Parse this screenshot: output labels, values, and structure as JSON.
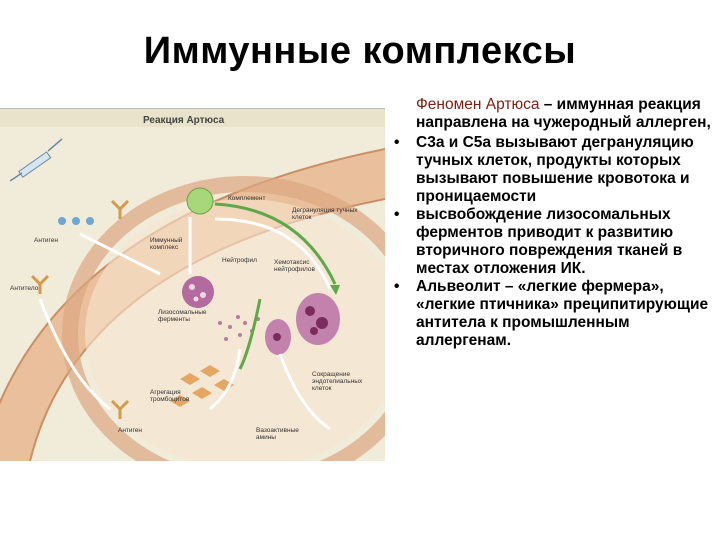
{
  "title": "Иммунные комплексы",
  "figure": {
    "heading": "Реакция Артюса",
    "labels": {
      "antigen_top": "Антиген",
      "immune_complex": "Иммунный комплекс",
      "complement": "Комплемент",
      "mast_degranulation": "Дегрануляция тучных клеток",
      "neutrophil": "Нейтрофил",
      "chemotaxis": "Хемотаксис нейтрофилов",
      "lysosomal": "Лизосомальные ферменты",
      "antibody_left": "Антитело",
      "platelet_aggregation": "Агрегация тромбоцитов",
      "endothelium": "Сокращение эндотелиальных клеток",
      "vasoactive": "Вазоактивные амины",
      "antigen_bottom": "Антиген"
    }
  },
  "text": {
    "phenomenon": "Феномен Артюса",
    "intro_rest": " – иммунная реакция направлена на чужеродный аллерген,",
    "bullets": [
      "С3а и С5а вызывают дегрануляцию тучных клеток, продукты которых вызывают повышение кровотока и проницаемости",
      "высвобождение лизосомальных ферментов приводит к развитию вторичного повреждения тканей в местах отложения ИК.",
      "Альвеолит – «легкие фермера», «легкие птичника» преципитирующие антитела к промышленным аллергенам."
    ],
    "bullet_char": "•"
  },
  "colors": {
    "figure_bg": "#f1ecd9",
    "vessel_wall": "#e7b98f",
    "vessel_wall_inner": "#f2d4b4",
    "mast_cell": "#b36a9e",
    "neutrophil": "#a8648f",
    "complement": "#a8d67a",
    "green_arrow": "#5fa84a",
    "phenomenon_text": "#7a1f12"
  }
}
